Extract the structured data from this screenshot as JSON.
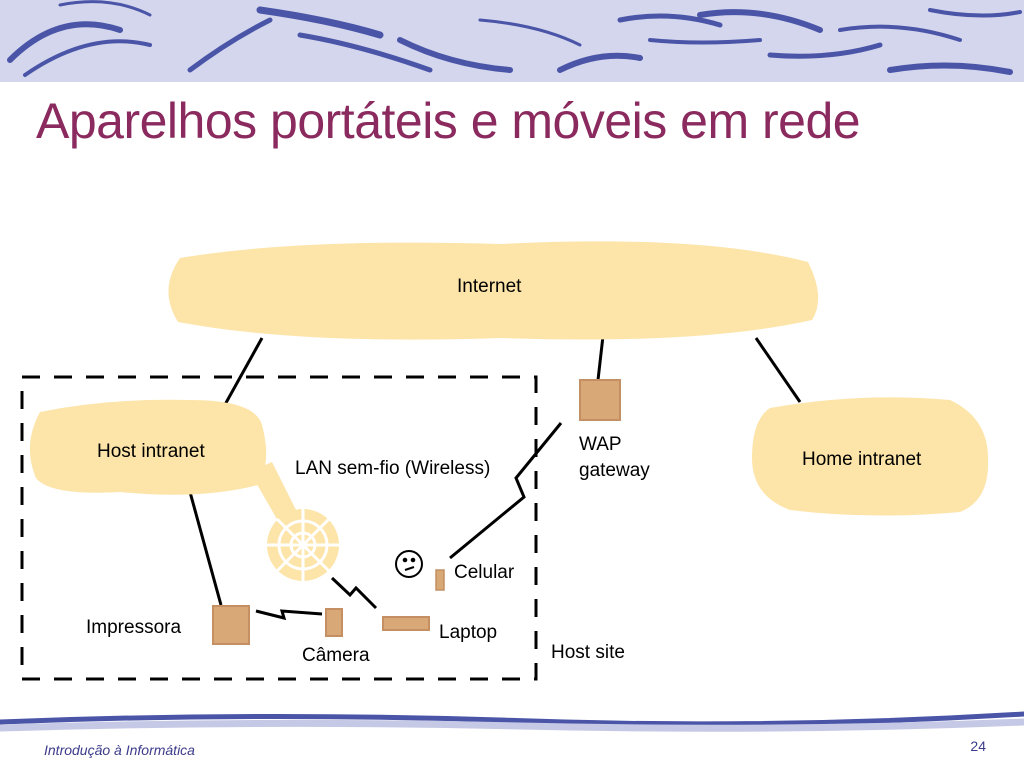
{
  "slide": {
    "title": "Aparelhos portáteis e móveis em rede",
    "footer_text": "Introdução à Informática",
    "page_number": "24"
  },
  "diagram": {
    "internet": "Internet",
    "host_intranet": "Host intranet",
    "home_intranet": "Home intranet",
    "wap_gateway_line1": "WAP",
    "wap_gateway_line2": "gateway",
    "wireless_lan": "LAN sem-fio (Wireless)",
    "printer": "Impressora",
    "camera": "Câmera",
    "laptop": "Laptop",
    "cell_phone": "Celular",
    "host_site": "Host site"
  },
  "colors": {
    "title": "#8a2a5e",
    "cloud_fill": "#fde4a8",
    "device_fill": "#d9a877",
    "banner": "#d3d6ec",
    "swoosh": "#4a55a8"
  }
}
